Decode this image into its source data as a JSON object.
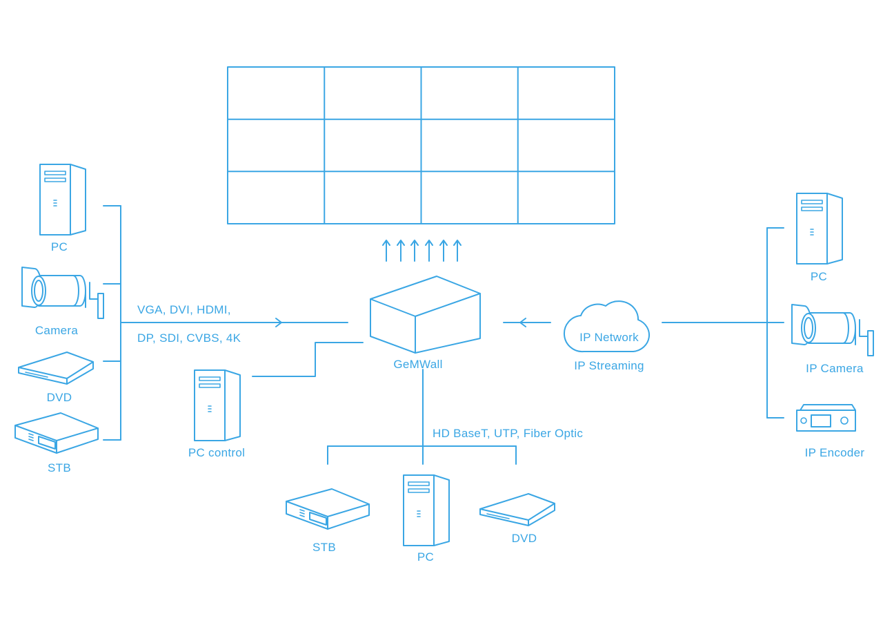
{
  "colors": {
    "line": "#3aa6e4",
    "background": "#ffffff"
  },
  "video_wall": {
    "rows": 3,
    "columns": 4
  },
  "hub": {
    "label": "GeMWall",
    "icon": "server-box-icon"
  },
  "left_sources": {
    "items": [
      {
        "label": "PC",
        "icon": "pc-tower-icon"
      },
      {
        "label": "Camera",
        "icon": "cctv-camera-icon"
      },
      {
        "label": "DVD",
        "icon": "dvd-player-icon"
      },
      {
        "label": "STB",
        "icon": "set-top-box-icon"
      }
    ],
    "signal_line1": "VGA, DVI, HDMI,",
    "signal_line2": "DP, SDI, CVBS, 4K"
  },
  "pc_control": {
    "label": "PC control",
    "icon": "pc-tower-icon"
  },
  "ip_side": {
    "cloud_label": "IP Network",
    "streaming_label": "IP Streaming",
    "items": [
      {
        "label": "PC",
        "icon": "pc-tower-icon"
      },
      {
        "label": "IP Camera",
        "icon": "cctv-camera-icon"
      },
      {
        "label": "IP Encoder",
        "icon": "ip-encoder-icon"
      }
    ]
  },
  "outputs": {
    "label": "HD BaseT, UTP, Fiber Optic",
    "items": [
      {
        "label": "STB",
        "icon": "set-top-box-icon"
      },
      {
        "label": "PC",
        "icon": "pc-tower-icon"
      },
      {
        "label": "DVD",
        "icon": "dvd-player-icon"
      }
    ]
  }
}
